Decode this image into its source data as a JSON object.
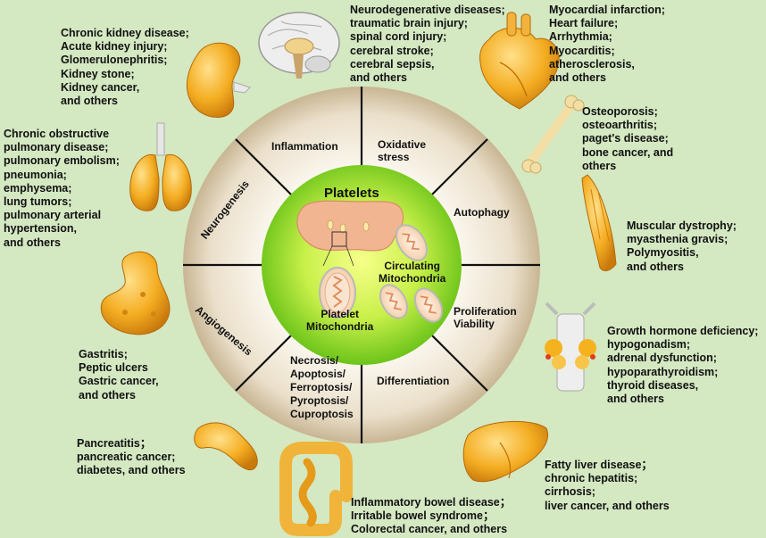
{
  "center": {
    "title": "Platelets",
    "circulating_label": "Circulating\nMitochondria",
    "platelet_label": "Platelet\nMitochondria"
  },
  "ring": {
    "inflammation": "Inflammation",
    "oxidative": "Oxidative\nstress",
    "autophagy": "Autophagy",
    "proliferation": "Proliferation\nViability",
    "differentiation": "Differentiation",
    "necrosis": "Necrosis/\nApoptosis/\nFerroptosis/\nPyroptosis/\nCuproptosis",
    "angiogenesis": "Angiogenesis",
    "neurogenesis": "Neurogenesis"
  },
  "diseases": {
    "kidney": "Chronic kidney disease;\nAcute kidney injury;\nGlomerulonephritis;\nKidney stone;\nKidney cancer,\nand others",
    "brain": "Neurodegenerative diseases;\ntraumatic brain injury;\nspinal cord injury;\ncerebral stroke;\ncerebral sepsis,\nand others",
    "heart": "Myocardial infarction;\nHeart failure;\nArrhythmia;\nMyocarditis;\natherosclerosis,\nand others",
    "lung": "Chronic obstructive\npulmonary disease;\npulmonary embolism;\npneumonia;\nemphysema;\nlung tumors;\npulmonary arterial\nhypertension,\nand others",
    "bone": "Osteoporosis;\nosteoarthritis;\npaget's disease;\n bone cancer, and\nothers",
    "muscle": " Muscular dystrophy;\nmyasthenia gravis;\nPolymyositis,\nand others",
    "stomach": "Gastritis;\nPeptic ulcers\nGastric cancer,\nand others",
    "endocrine": "Growth hormone deficiency;\nhypogonadism;\nadrenal dysfunction;\nhypoparathyroidism;\nthyroid diseases,\nand others",
    "pancreas": "Pancreatitis；\npancreatic cancer;\ndiabetes, and others",
    "liver": "Fatty liver disease；\nchronic hepatitis;\ncirrhosis;\nliver cancer, and others",
    "intestine": "Inflammatory bowel disease；\nIrritable bowel syndrome；\nColorectal cancer, and others"
  },
  "colors": {
    "background": "#d4e8c2",
    "ring_outer": "#c8b593",
    "ring_inner": "#f5efe2",
    "center_outer": "#74c91e",
    "center_inner": "#f3ff7a",
    "organ": "#f2a81d"
  }
}
